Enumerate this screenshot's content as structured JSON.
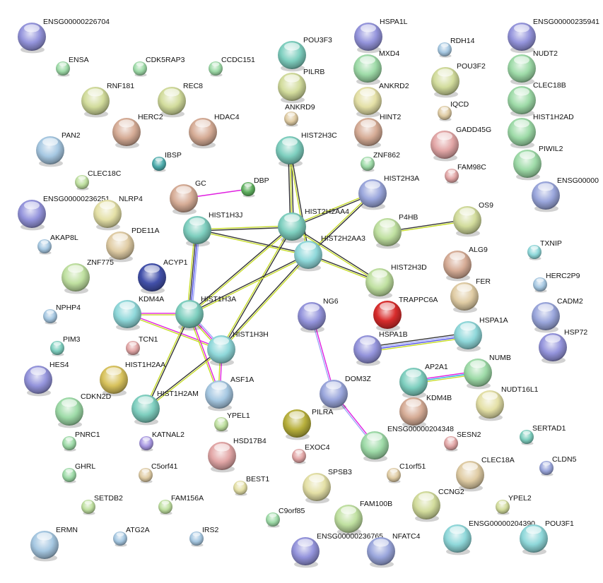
{
  "network": {
    "palette": {
      "purple": "#9494dc",
      "green": "#9edba8",
      "yg": "#d2dc9c",
      "brown": "#d6ac96",
      "lblue": "#a6c8e2",
      "teal": "#7ecfbf",
      "cyan": "#8fd8da",
      "lgreen": "#bfe0a0",
      "pink": "#e2a6a6",
      "tan": "#e0cca4",
      "yellow": "#e4e0a6",
      "dgreen": "#5fb05f",
      "navy": "#4250aa",
      "red": "#d82c2c",
      "olive": "#b8b03c",
      "gold": "#d8c25c",
      "lav": "#a898e2",
      "dteal": "#4eadad",
      "blue": "#9aa6dc"
    },
    "edge_colors": {
      "k": "#333333",
      "y": "#c6dc28",
      "m": "#e020e0",
      "b": "#4a4ae8",
      "lb": "#a0a8f8",
      "c": "#30b0e0"
    },
    "nodes": [
      {
        "label": "ENSG00000226704",
        "color": "purple"
      },
      {
        "label": "ENSA",
        "color": "green"
      },
      {
        "label": "CDK5RAP3",
        "color": "green"
      },
      {
        "label": "CCDC151",
        "color": "green"
      },
      {
        "label": "RNF181",
        "color": "yg"
      },
      {
        "label": "REC8",
        "color": "yg"
      },
      {
        "label": "HERC2",
        "color": "brown"
      },
      {
        "label": "HDAC4",
        "color": "brown"
      },
      {
        "label": "PAN2",
        "color": "lblue"
      },
      {
        "label": "IBSP",
        "color": "dteal"
      },
      {
        "label": "CLEC18C",
        "color": "lgreen"
      },
      {
        "label": "GC",
        "color": "brown"
      },
      {
        "label": "DBP",
        "color": "dgreen"
      },
      {
        "label": "ENSG00000236251",
        "color": "purple"
      },
      {
        "label": "NLRP4",
        "color": "yellow"
      },
      {
        "label": "AKAP8L",
        "color": "lblue"
      },
      {
        "label": "PDE11A",
        "color": "tan"
      },
      {
        "label": "HIST1H3J",
        "color": "teal"
      },
      {
        "label": "ZNF775",
        "color": "lgreen"
      },
      {
        "label": "ACYP1",
        "color": "navy"
      },
      {
        "label": "KDM4A",
        "color": "cyan"
      },
      {
        "label": "NPHP4",
        "color": "lblue"
      },
      {
        "label": "HIST1H3A",
        "color": "teal"
      },
      {
        "label": "HIST1H3H",
        "color": "cyan"
      },
      {
        "label": "PIM3",
        "color": "teal"
      },
      {
        "label": "TCN1",
        "color": "pink"
      },
      {
        "label": "HES4",
        "color": "purple"
      },
      {
        "label": "HIST1H2AA",
        "color": "gold"
      },
      {
        "label": "CDKN2D",
        "color": "green"
      },
      {
        "label": "HIST1H2AM",
        "color": "teal"
      },
      {
        "label": "ASF1A",
        "color": "lblue"
      },
      {
        "label": "YPEL1",
        "color": "lgreen"
      },
      {
        "label": "PNRC1",
        "color": "green"
      },
      {
        "label": "KATNAL2",
        "color": "lav"
      },
      {
        "label": "HSD17B4",
        "color": "pink"
      },
      {
        "label": "GHRL",
        "color": "green"
      },
      {
        "label": "C5orf41",
        "color": "tan"
      },
      {
        "label": "BEST1",
        "color": "yellow"
      },
      {
        "label": "SETDB2",
        "color": "lgreen"
      },
      {
        "label": "FAM156A",
        "color": "lgreen"
      },
      {
        "label": "C9orf85",
        "color": "green"
      },
      {
        "label": "ERMN",
        "color": "lblue"
      },
      {
        "label": "ATG2A",
        "color": "lblue"
      },
      {
        "label": "IRS2",
        "color": "lblue"
      },
      {
        "label": "POU3F3",
        "color": "teal"
      },
      {
        "label": "PILRB",
        "color": "yg"
      },
      {
        "label": "ANKRD9",
        "color": "tan"
      },
      {
        "label": "HIST2H3C",
        "color": "teal"
      },
      {
        "label": "HSPA1L",
        "color": "purple"
      },
      {
        "label": "MXD4",
        "color": "green"
      },
      {
        "label": "ANKRD2",
        "color": "yellow"
      },
      {
        "label": "HINT2",
        "color": "brown"
      },
      {
        "label": "ZNF862",
        "color": "green"
      },
      {
        "label": "RDH14",
        "color": "lblue"
      },
      {
        "label": "POU3F2",
        "color": "yg"
      },
      {
        "label": "IQCD",
        "color": "tan"
      },
      {
        "label": "GADD45G",
        "color": "pink"
      },
      {
        "label": "FAM98C",
        "color": "pink"
      },
      {
        "label": "ENSG00000235941",
        "color": "purple"
      },
      {
        "label": "NUDT2",
        "color": "green"
      },
      {
        "label": "CLEC18B",
        "color": "green"
      },
      {
        "label": "HIST1H2AD",
        "color": "green"
      },
      {
        "label": "PIWIL2",
        "color": "green"
      },
      {
        "label": "ENSG00000",
        "color": "blue"
      },
      {
        "label": "HIST2H3A",
        "color": "blue"
      },
      {
        "label": "HIST2H2AA4",
        "color": "teal"
      },
      {
        "label": "HIST2H2AA3",
        "color": "cyan"
      },
      {
        "label": "P4HB",
        "color": "lgreen"
      },
      {
        "label": "OS9",
        "color": "yg"
      },
      {
        "label": "ALG9",
        "color": "brown"
      },
      {
        "label": "TXNIP",
        "color": "cyan"
      },
      {
        "label": "HIST2H3D",
        "color": "lgreen"
      },
      {
        "label": "FER",
        "color": "tan"
      },
      {
        "label": "HERC2P9",
        "color": "lblue"
      },
      {
        "label": "NG6",
        "color": "purple"
      },
      {
        "label": "TRAPPC6A",
        "color": "red"
      },
      {
        "label": "HSPA1A",
        "color": "cyan"
      },
      {
        "label": "CADM2",
        "color": "blue"
      },
      {
        "label": "HSPA1B",
        "color": "purple"
      },
      {
        "label": "HSP72",
        "color": "purple"
      },
      {
        "label": "NUMB",
        "color": "green"
      },
      {
        "label": "AP2A1",
        "color": "teal"
      },
      {
        "label": "NUDT16L1",
        "color": "yellow"
      },
      {
        "label": "DOM3Z",
        "color": "blue"
      },
      {
        "label": "KDM4B",
        "color": "brown"
      },
      {
        "label": "PILRA",
        "color": "olive"
      },
      {
        "label": "EXOC4",
        "color": "pink"
      },
      {
        "label": "ENSG00000204348",
        "color": "green"
      },
      {
        "label": "SESN2",
        "color": "pink"
      },
      {
        "label": "SERTAD1",
        "color": "teal"
      },
      {
        "label": "CLDN5",
        "color": "blue"
      },
      {
        "label": "CLEC18A",
        "color": "tan"
      },
      {
        "label": "C1orf51",
        "color": "tan"
      },
      {
        "label": "SPSB3",
        "color": "yellow"
      },
      {
        "label": "CCNG2",
        "color": "yg"
      },
      {
        "label": "YPEL2",
        "color": "yg"
      },
      {
        "label": "FAM100B",
        "color": "lgreen"
      },
      {
        "label": "ENSG00000204390",
        "color": "cyan"
      },
      {
        "label": "POU3F1",
        "color": "cyan"
      },
      {
        "label": "ENSG00000236765",
        "color": "purple"
      },
      {
        "label": "NFATC4",
        "color": "blue"
      }
    ],
    "edges": [
      {
        "from": "GC",
        "to": "DBP",
        "evidence": [
          "m"
        ]
      },
      {
        "from": "HIST1H3J",
        "to": "HIST2H2AA4",
        "evidence": [
          "y",
          "k"
        ]
      },
      {
        "from": "HIST1H3J",
        "to": "HIST2H2AA3",
        "evidence": [
          "k",
          "y"
        ]
      },
      {
        "from": "HIST1H3J",
        "to": "HIST1H3A",
        "evidence": [
          "lb",
          "b",
          "k",
          "y"
        ]
      },
      {
        "from": "HIST2H3C",
        "to": "HIST2H2AA4",
        "evidence": [
          "k",
          "y",
          "k"
        ]
      },
      {
        "from": "HIST2H3C",
        "to": "HIST2H2AA3",
        "evidence": [
          "k",
          "y"
        ]
      },
      {
        "from": "HIST2H2AA4",
        "to": "HIST2H3A",
        "evidence": [
          "y",
          "k"
        ]
      },
      {
        "from": "HIST2H2AA3",
        "to": "HIST2H3A",
        "evidence": [
          "y",
          "k"
        ]
      },
      {
        "from": "HIST2H2AA4",
        "to": "HIST2H3D",
        "evidence": [
          "k",
          "y"
        ]
      },
      {
        "from": "HIST2H2AA3",
        "to": "HIST2H3D",
        "evidence": [
          "k",
          "y"
        ]
      },
      {
        "from": "HIST2H2AA4",
        "to": "HIST1H3A",
        "evidence": [
          "y",
          "k"
        ]
      },
      {
        "from": "HIST2H2AA4",
        "to": "HIST1H3H",
        "evidence": [
          "k",
          "y"
        ]
      },
      {
        "from": "HIST2H2AA3",
        "to": "HIST1H3A",
        "evidence": [
          "y",
          "k"
        ]
      },
      {
        "from": "HIST2H2AA3",
        "to": "HIST1H3H",
        "evidence": [
          "y",
          "k"
        ]
      },
      {
        "from": "P4HB",
        "to": "OS9",
        "evidence": [
          "k",
          "y"
        ]
      },
      {
        "from": "KDM4A",
        "to": "HIST1H3A",
        "evidence": [
          "m",
          "y"
        ]
      },
      {
        "from": "KDM4A",
        "to": "HIST1H3H",
        "evidence": [
          "m",
          "y"
        ]
      },
      {
        "from": "HIST1H3A",
        "to": "HIST1H3H",
        "evidence": [
          "lb",
          "m",
          "y"
        ]
      },
      {
        "from": "HIST1H3A",
        "to": "ASF1A",
        "evidence": [
          "m",
          "y"
        ]
      },
      {
        "from": "HIST1H3H",
        "to": "ASF1A",
        "evidence": [
          "m",
          "y"
        ]
      },
      {
        "from": "HIST1H3A",
        "to": "HIST1H2AM",
        "evidence": [
          "k",
          "y"
        ]
      },
      {
        "from": "HIST1H3H",
        "to": "HIST1H2AM",
        "evidence": [
          "y",
          "k"
        ]
      },
      {
        "from": "HSPA1B",
        "to": "HSPA1A",
        "evidence": [
          "k",
          "lb",
          "b",
          "y"
        ]
      },
      {
        "from": "AP2A1",
        "to": "NUMB",
        "evidence": [
          "m",
          "c",
          "y"
        ]
      },
      {
        "from": "NG6",
        "to": "DOM3Z",
        "evidence": [
          "m",
          "lb"
        ]
      },
      {
        "from": "DOM3Z",
        "to": "ENSG00000204348",
        "evidence": [
          "m",
          "lb"
        ]
      }
    ]
  }
}
